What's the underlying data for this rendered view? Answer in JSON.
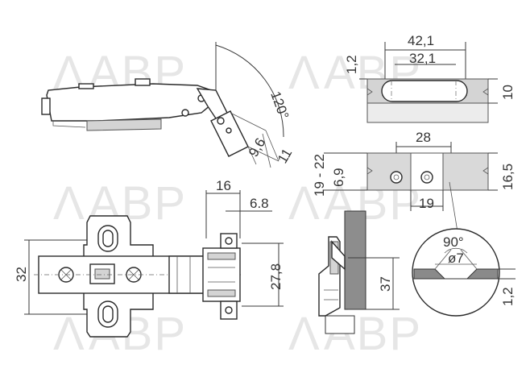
{
  "watermark": {
    "text": "ABP",
    "mark": "Λ"
  },
  "dimensions": {
    "opening_angle": "120°",
    "plate_width_outer": "42,1",
    "plate_width_inner": "32,1",
    "plate_offset": "1,2",
    "plate_height": "10",
    "arm_offset_a": "9,6",
    "arm_offset_b": "11",
    "boring_distance": "28",
    "overlay_range": "19 - 22",
    "overlay_min": "6,9",
    "cup_offset": "19",
    "door_depth": "16,5",
    "hinge_length": "16",
    "hinge_width_small": "6.8",
    "hinge_height_outer": "32",
    "hinge_height_inner": "27,8",
    "cup_depth": "37",
    "countersink_angle": "90°",
    "screw_diameter": "ø7",
    "countersink_depth": "1,2"
  }
}
